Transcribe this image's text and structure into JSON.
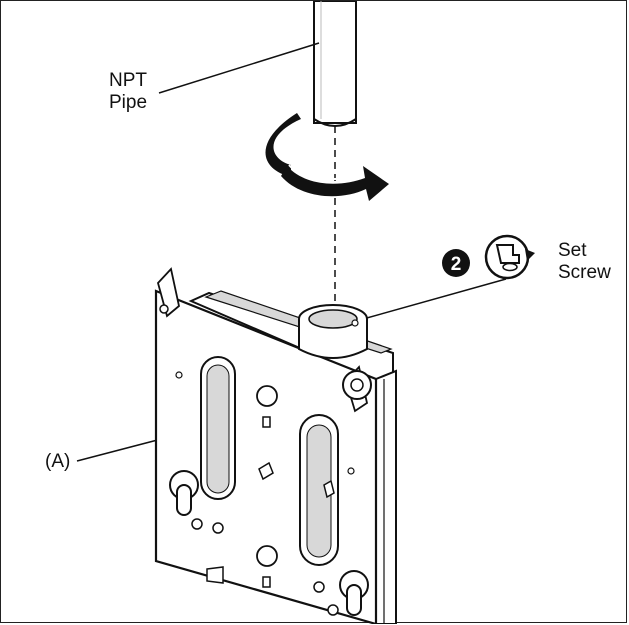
{
  "labels": {
    "pipe_line1": "NPT",
    "pipe_line2": "Pipe",
    "set_line1": "Set",
    "set_line2": "Screw",
    "part_a": "(A)",
    "step_number": "2"
  },
  "icons": {
    "rotation": "curved-arrow-icon",
    "set_screw": "screw-tighten-icon",
    "step_badge": "number-badge"
  },
  "colors": {
    "line": "#111111",
    "fill": "#ffffff",
    "shade": "#d8d8d8"
  }
}
